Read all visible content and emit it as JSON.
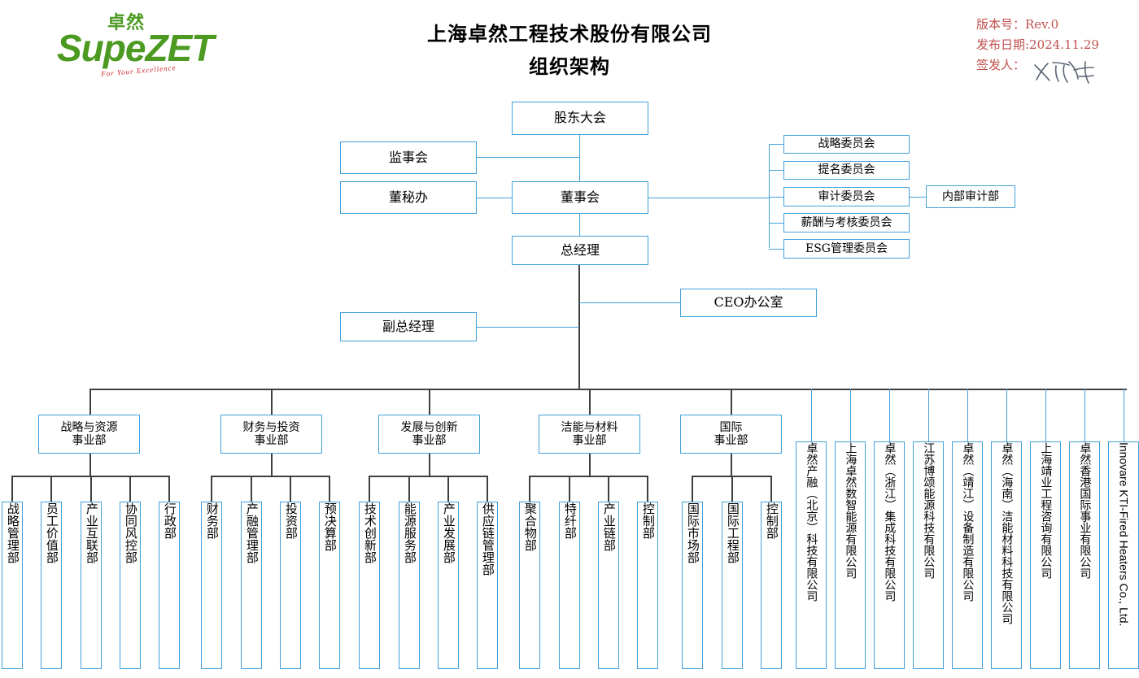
{
  "logo": {
    "cn": "卓然",
    "main_a": "Supe",
    "main_b": "ZET",
    "tagline": "For Your Excellence"
  },
  "header": {
    "title_line1": "上海卓然工程技术股份有限公司",
    "title_line2": "组织架构"
  },
  "meta": {
    "version": "版本号：Rev.0",
    "issue_date": "发布日期:2024.11.29",
    "signer": "签发人："
  },
  "nodes": {
    "shareholders": "股东大会",
    "supervisory": "监事会",
    "board_secretary": "董秘办",
    "board": "董事会",
    "general_manager": "总经理",
    "deputy_general_manager": "副总经理",
    "ceo_office": "CEO办公室",
    "internal_audit": "内部审计部"
  },
  "committees": [
    "战略委员会",
    "提名委员会",
    "审计委员会",
    "薪酬与考核委员会",
    "ESG管理委员会"
  ],
  "divisions": [
    {
      "line1": "战略与资源",
      "line2": "事业部",
      "departments": [
        "战略管理部",
        "员工价值部",
        "产业互联部",
        "协同风控部",
        "行政部"
      ]
    },
    {
      "line1": "财务与投资",
      "line2": "事业部",
      "departments": [
        "财务部",
        "产融管理部",
        "投资部",
        "预决算部"
      ]
    },
    {
      "line1": "发展与创新",
      "line2": "事业部",
      "departments": [
        "技术创新部",
        "能源服务部",
        "产业发展部",
        "供应链管理部"
      ]
    },
    {
      "line1": "洁能与材料",
      "line2": "事业部",
      "departments": [
        "聚合物部",
        "特纤部",
        "产业链部",
        "控制部"
      ]
    },
    {
      "line1": "国际",
      "line2": "事业部",
      "departments": [
        "国际市场部",
        "国际工程部",
        "控制部"
      ]
    }
  ],
  "subsidiaries": [
    "卓然产融（北京）科技有限公司",
    "上海卓然数智能源有限公司",
    "卓然（浙江）集成科技有限公司",
    "江苏博颂能源科技有限公司",
    "卓然（靖江）设备制造有限公司",
    "卓然（海南）洁能材料科技有限公司",
    "上海靖业工程咨询有限公司",
    "卓然香港国际事业有限公司",
    "Innovare KTI-Fired Heaters Co., Ltd."
  ],
  "colors": {
    "box_border": "#41a0dc",
    "line_dark": "#3f3f3f",
    "meta_red": "#c0504d",
    "logo_green": "#4c9a21",
    "logo_red": "#cf2027"
  }
}
